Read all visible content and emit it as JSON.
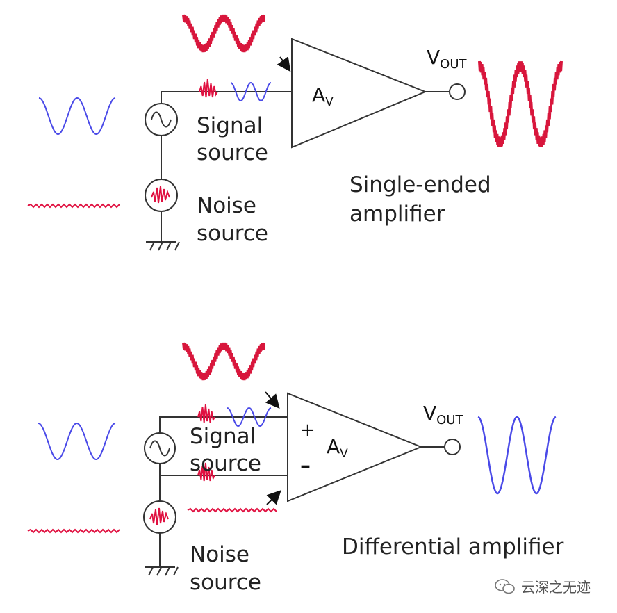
{
  "top": {
    "signal_label": [
      "Signal",
      "source"
    ],
    "noise_label": [
      "Noise",
      "source"
    ],
    "amp_label": [
      "Single-ended",
      "amplifier"
    ],
    "gain_main": "A",
    "gain_sub": "V",
    "vout_main": "V",
    "vout_sub": "OUT"
  },
  "bottom": {
    "signal_label": [
      "Signal",
      "source"
    ],
    "noise_label": [
      "Noise",
      "source"
    ],
    "amp_label": "Differential amplifier",
    "gain_main": "A",
    "gain_sub": "V",
    "plus": "+",
    "minus": "–",
    "vout_main": "V",
    "vout_sub": "OUT"
  },
  "watermark": "云深之无迹",
  "colors": {
    "signal": "#4a4ae8",
    "noise": "#e01040",
    "wire": "#333333"
  }
}
